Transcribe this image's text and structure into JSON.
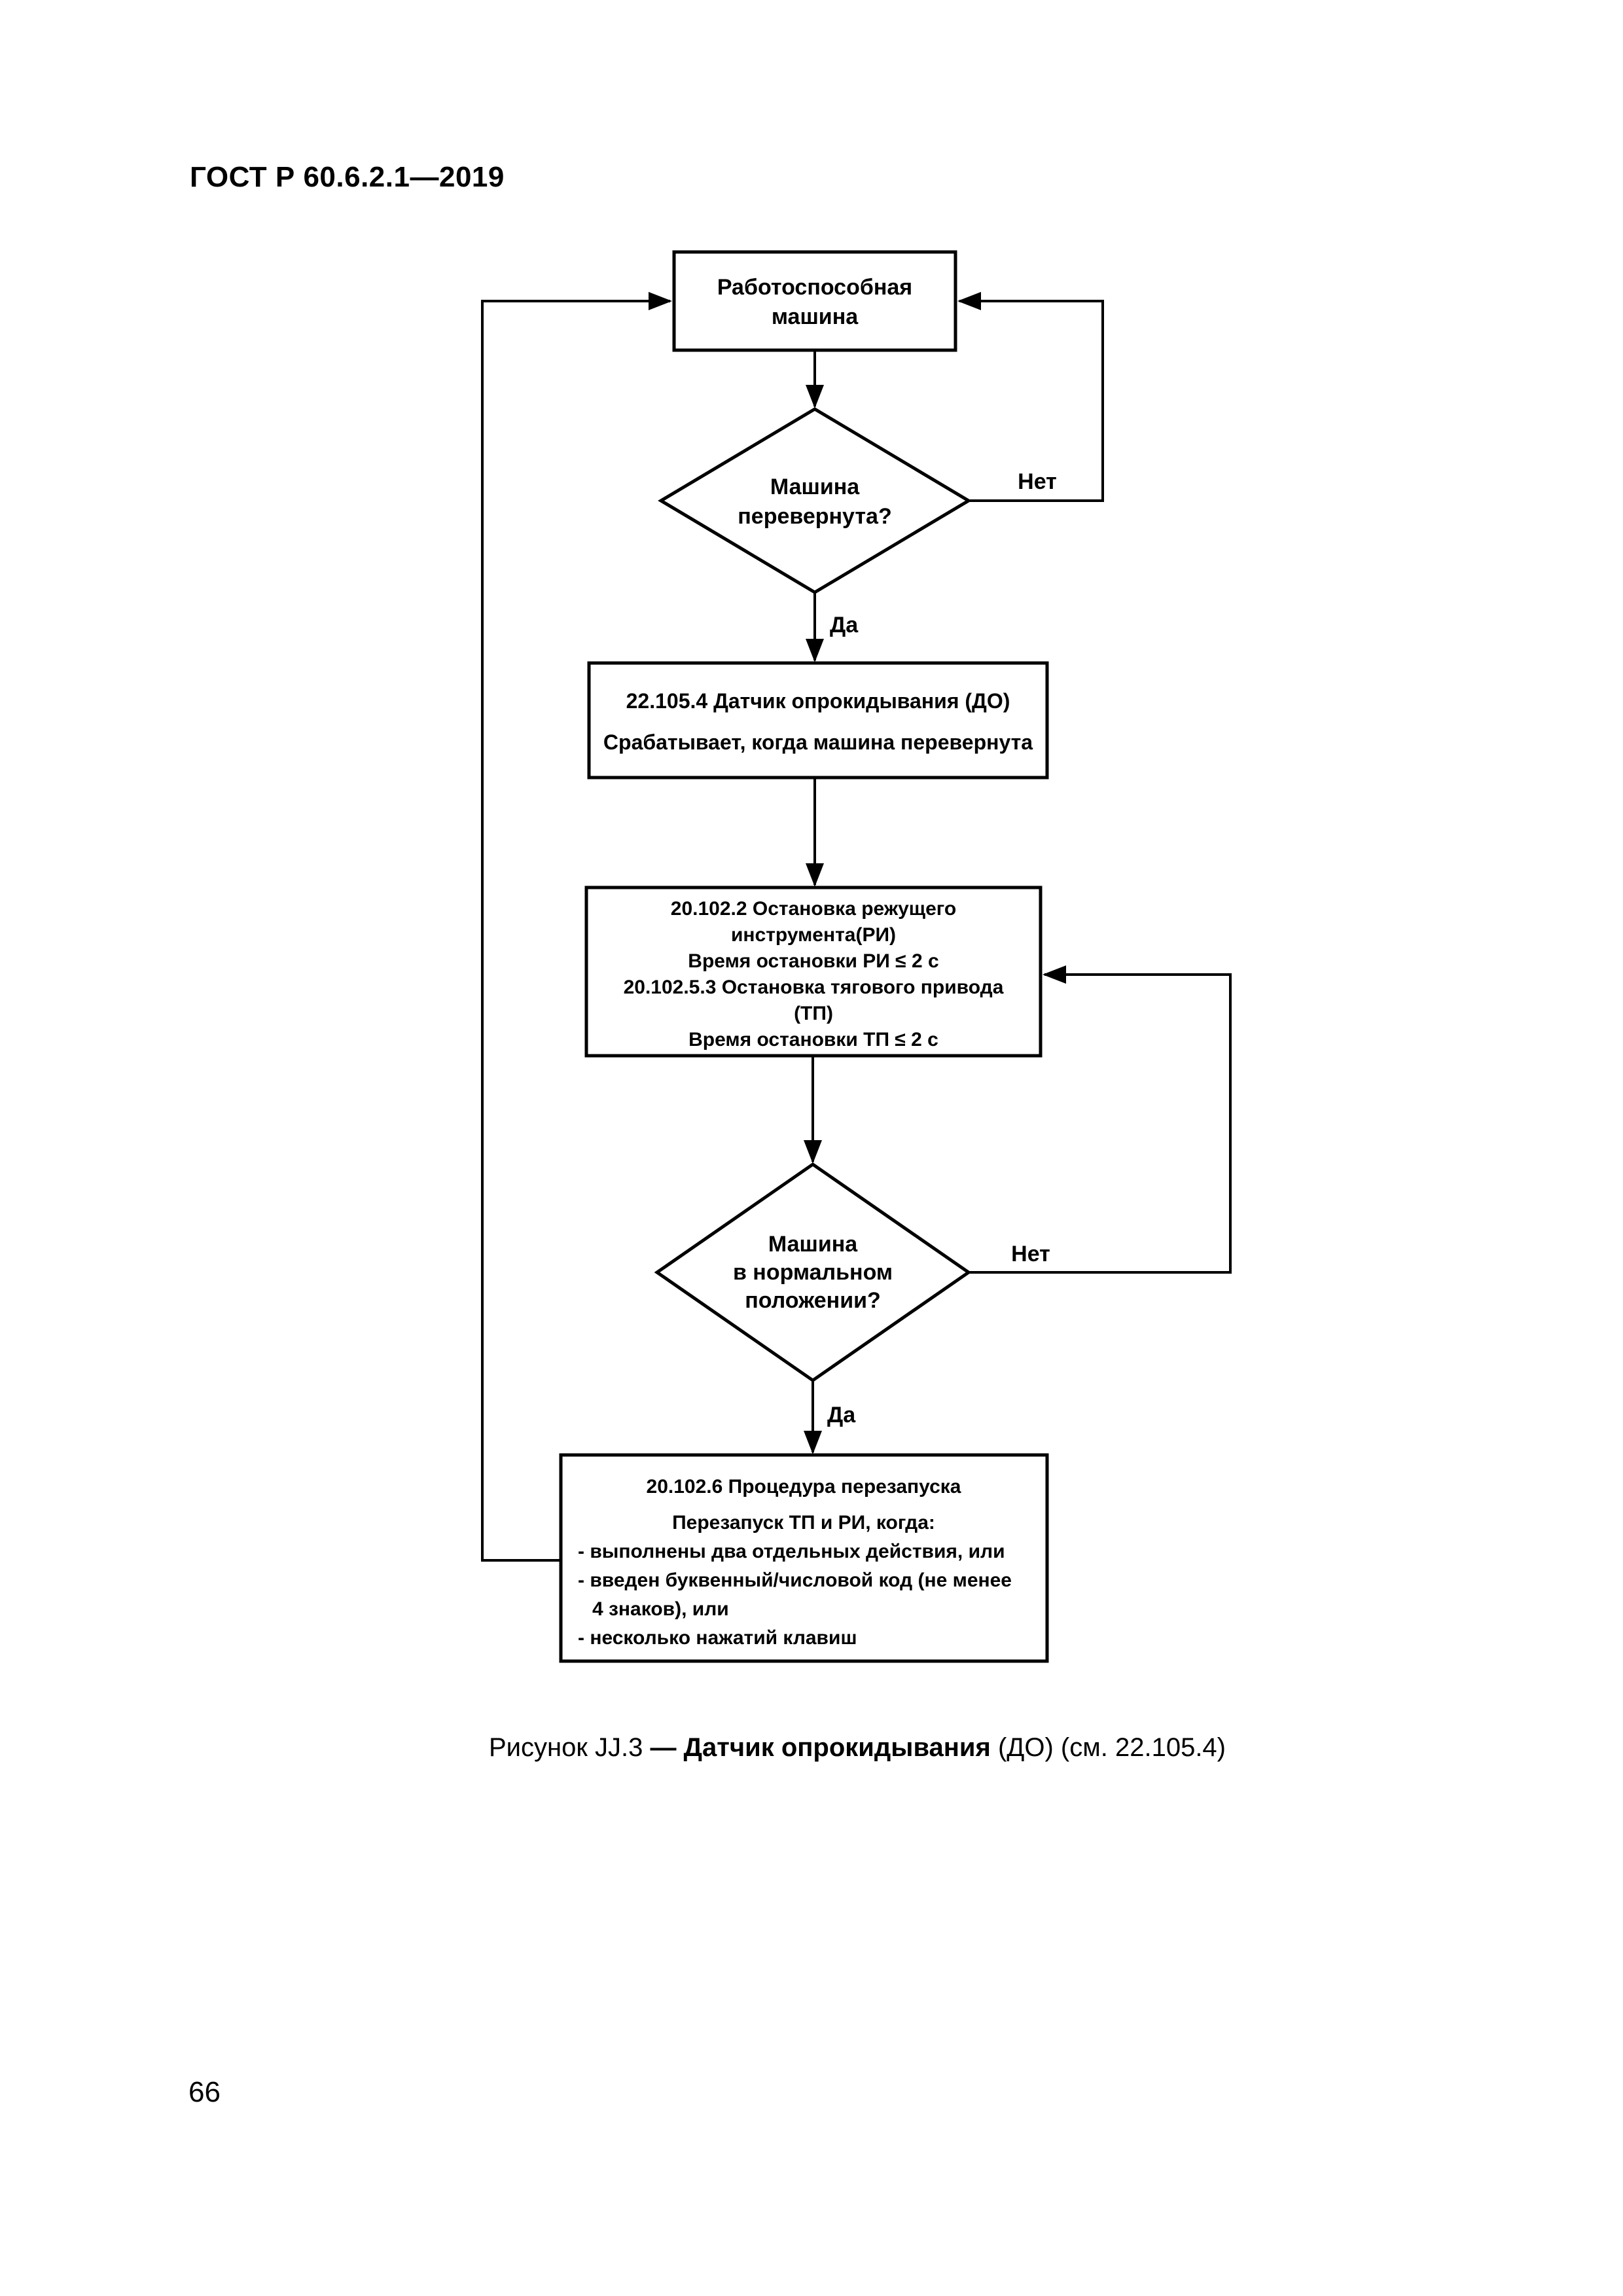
{
  "page": {
    "header": "ГОСТ Р 60.6.2.1—2019",
    "page_number": "66"
  },
  "flowchart": {
    "nodes": {
      "box_operational": {
        "line1": "Работоспособная",
        "line2": "машина"
      },
      "decision_overturned": {
        "line1": "Машина",
        "line2": "перевернута?"
      },
      "box_tilt_sensor": {
        "line1": "22.105.4 Датчик опрокидывания (ДО)",
        "line2": "Срабатывает, когда машина перевернута"
      },
      "box_stop": {
        "line1": "20.102.2 Остановка режущего",
        "line2": "инструмента(РИ)",
        "line3": "Время остановки РИ ≤ 2 с",
        "line4": "20.102.5.3 Остановка тягового привода",
        "line5": "(ТП)",
        "line6": "Время остановки ТП ≤ 2 с"
      },
      "decision_normal": {
        "line1": "Машина",
        "line2": "в нормальном",
        "line3": "положении?"
      },
      "box_restart": {
        "line1": "20.102.6 Процедура перезапуска",
        "line2": "Перезапуск ТП и РИ, когда:",
        "bullet1": "- выполнены два отдельных действия, или",
        "bullet2": "- введен буквенный/числовой код (не менее",
        "bullet2_cont": "4 знаков), или",
        "bullet3": "- несколько нажатий клавиш"
      }
    },
    "labels": {
      "no1": "Нет",
      "yes1": "Да",
      "no2": "Нет",
      "yes2": "Да"
    }
  },
  "caption": {
    "prefix": "Рисунок JJ.3 ",
    "bold": "— Датчик опрокидывания",
    "suffix": " (ДО) (см. 22.105.4)"
  }
}
